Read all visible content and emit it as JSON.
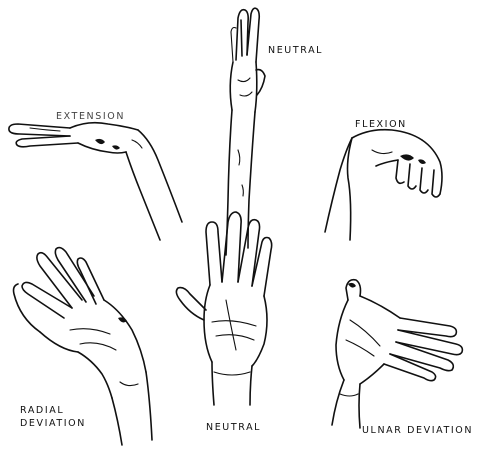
{
  "labels": {
    "neutral_top": "NEUTRAL",
    "extension": "EXTENSION",
    "flexion": "FLEXION",
    "radial_line1": "RADIAL",
    "radial_line2": "DEVIATION",
    "neutral_bottom": "NEUTRAL",
    "ulnar": "ULNAR DEVIATION"
  }
}
